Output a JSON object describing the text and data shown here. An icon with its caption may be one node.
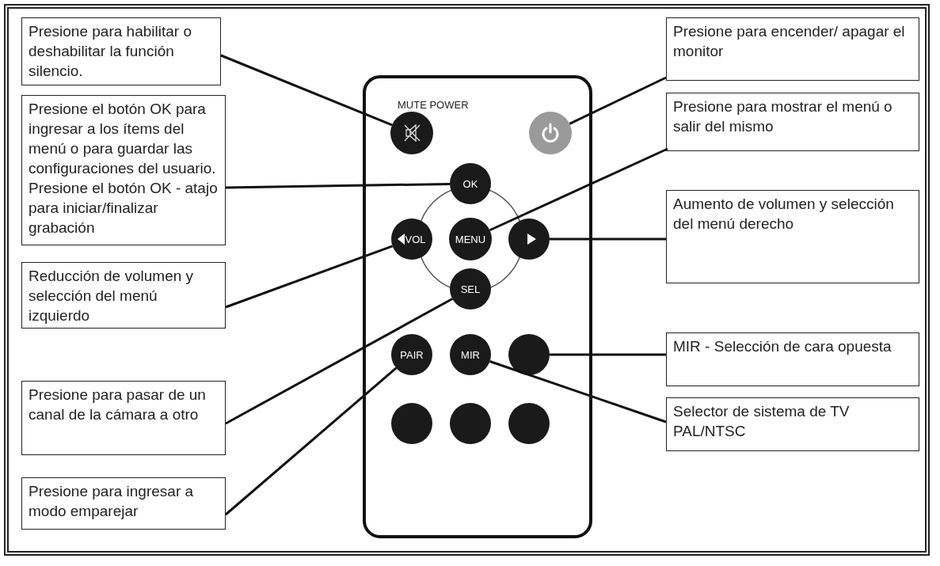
{
  "diagram": {
    "nodes": [
      {
        "text": [
          "Presione para habilitar o deshabilitar la función silencio."
        ]
      },
      {
        "text": [
          "Presione el botón OK para ingresar a los ítems del menú o para guardar las configuraciones del usuario. Presione el botón OK - atajo para iniciar/finalizar grabación"
        ]
      },
      {
        "text": [
          "Reducción de volumen y selección del menú izquierdo"
        ]
      },
      {
        "text": [
          "Presione para pasar de un canal de la cámara a otro"
        ]
      },
      {
        "text": [
          "Presione para ingresar a modo emparejar"
        ]
      },
      {
        "text": [
          "Presione para encender/ apagar el monitor"
        ]
      },
      {
        "text": [
          "Presione para mostrar el menú o salir del mismo"
        ]
      },
      {
        "text": [
          "Aumento de volumen y selección del menú derecho"
        ]
      },
      {
        "text": [
          "MIR - Selección de cara opuesta"
        ]
      },
      {
        "text": [
          "Selector de sistema de TV PAL/NTSC"
        ]
      },
      {
        "text": [
          "MUTE POWER"
        ]
      },
      {
        "text": [],
        "shape": "circle",
        "in": 10
      },
      {
        "text": [],
        "shape": "circle",
        "in": 10
      },
      {
        "text": [
          "OK"
        ],
        "in": 10
      },
      {
        "text": [
          "VOL"
        ],
        "in": 10
      },
      {
        "text": [
          "MENU"
        ],
        "in": 10
      },
      {
        "text": [],
        "shape": "circle",
        "in": 10
      },
      {
        "text": [
          "SEL"
        ],
        "in": 10
      },
      {
        "text": [
          "PAIR"
        ],
        "in": 10
      },
      {
        "text": [
          "MIR"
        ],
        "in": 10
      },
      {
        "text": [],
        "shape": "circle",
        "in": 10
      },
      {
        "text": [],
        "shape": "circle",
        "in": 10
      },
      {
        "text": [],
        "shape": "circle",
        "in": 10
      },
      {
        "text": [],
        "shape": "circle",
        "in": 10
      }
    ],
    "edges": [
      {
        "from": 0,
        "to": 11,
        "arrow": "none"
      },
      {
        "from": 1,
        "to": 13,
        "arrow": "none"
      },
      {
        "from": 2,
        "to": 14,
        "arrow": "none"
      },
      {
        "from": 3,
        "to": 17,
        "arrow": "none"
      },
      {
        "from": 4,
        "to": 18,
        "arrow": "none"
      },
      {
        "from": 5,
        "to": 12,
        "arrow": "none"
      },
      {
        "from": 6,
        "to": 15,
        "arrow": "none"
      },
      {
        "from": 7,
        "to": 16,
        "arrow": "none"
      },
      {
        "from": 8,
        "to": 20,
        "arrow": "none"
      },
      {
        "from": 9,
        "to": 19,
        "arrow": "none"
      }
    ]
  }
}
